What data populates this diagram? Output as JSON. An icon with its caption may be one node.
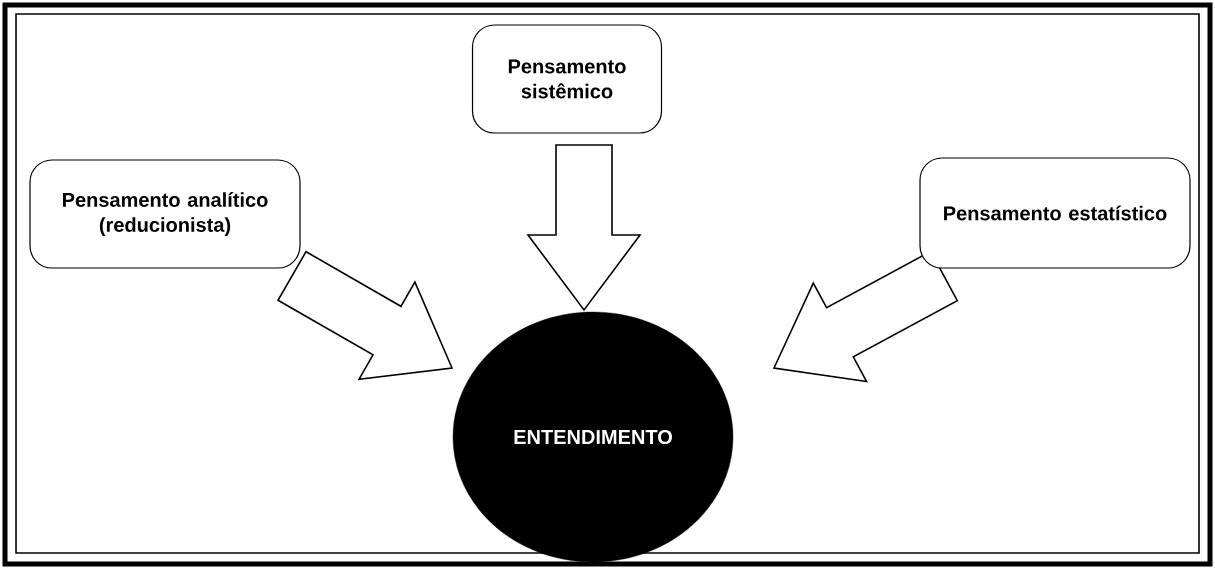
{
  "diagram": {
    "nodes": [
      {
        "text": [
          "Pensamento sistêmico"
        ]
      },
      {
        "text": [
          "Pensamento analítico (reducionista)"
        ]
      },
      {
        "text": [
          "Pensamento estatístico"
        ]
      },
      {
        "text": [
          "ENTENDIMENTO"
        ]
      }
    ],
    "edges": [
      {
        "from": 1,
        "to": 3,
        "arrow": "to"
      },
      {
        "from": 0,
        "to": 3,
        "arrow": "to"
      },
      {
        "from": 2,
        "to": 3,
        "arrow": "to"
      }
    ]
  }
}
